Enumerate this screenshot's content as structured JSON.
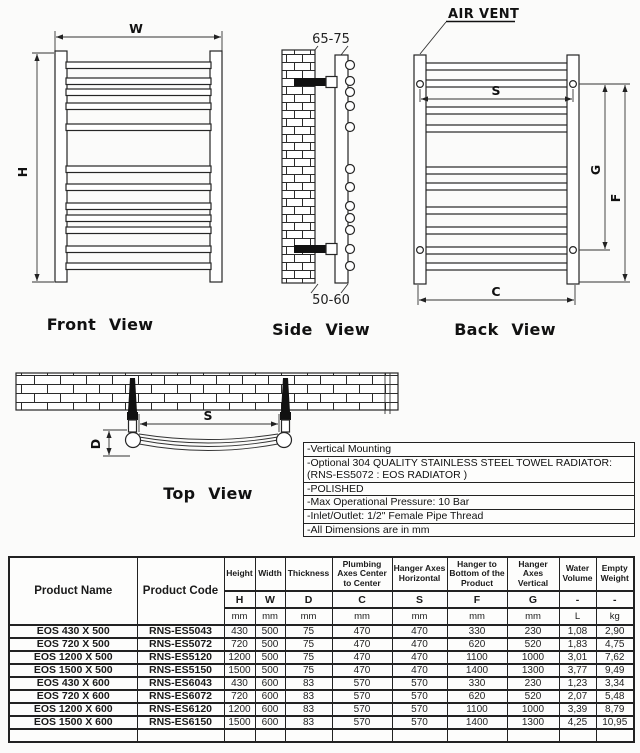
{
  "figures": {
    "front": {
      "label": "Front View",
      "dim_width": "W",
      "dim_height": "H"
    },
    "side": {
      "label": "Side View",
      "dim_top": "65-75",
      "dim_bottom": "50-60"
    },
    "back": {
      "label": "Back View",
      "air_vent_label": "AIR VENT",
      "dim_hanger_horizontal": "S",
      "dim_g": "G",
      "dim_f": "F",
      "dim_c": "C"
    },
    "top": {
      "label": "Top View",
      "dim_s": "S",
      "dim_d": "D"
    }
  },
  "spec_box": {
    "rows": [
      [
        "-Vertical Mounting"
      ],
      [
        "-Optional 304 QUALITY STAINLESS STEEL TOWEL RADIATOR:",
        "(RNS-ES5072 : EOS RADIATOR )"
      ],
      [
        "-POLISHED"
      ],
      [
        "-Max Operational Pressure: 10 Bar"
      ],
      [
        "-Inlet/Outlet: 1/2\" Female Pipe Thread"
      ],
      [
        "-All Dimensions are in mm"
      ]
    ]
  },
  "table": {
    "name_header": "Product Name",
    "code_header": "Product Code",
    "spec_columns": [
      {
        "label": "Height",
        "symbol": "H",
        "unit": "mm"
      },
      {
        "label": "Width",
        "symbol": "W",
        "unit": "mm"
      },
      {
        "label": "Thickness",
        "symbol": "D",
        "unit": "mm"
      },
      {
        "label": "Plumbing Axes Center to Center",
        "symbol": "C",
        "unit": "mm"
      },
      {
        "label": "Hanger Axes Horizontal",
        "symbol": "S",
        "unit": "mm"
      },
      {
        "label": "Hanger to Bottom of the Product",
        "symbol": "F",
        "unit": "mm"
      },
      {
        "label": "Hanger Axes Vertical",
        "symbol": "G",
        "unit": "mm"
      },
      {
        "label": "Water Volume",
        "symbol": "-",
        "unit": "L"
      },
      {
        "label": "Empty Weight",
        "symbol": "-",
        "unit": "kg"
      }
    ],
    "rows": [
      {
        "name": "EOS 430 X 500",
        "code": "RNS-ES5043",
        "values": [
          "430",
          "500",
          "75",
          "470",
          "470",
          "330",
          "230",
          "1,08",
          "2,90"
        ]
      },
      {
        "name": "EOS 720 X 500",
        "code": "RNS-ES5072",
        "values": [
          "720",
          "500",
          "75",
          "470",
          "470",
          "620",
          "520",
          "1,83",
          "4,75"
        ]
      },
      {
        "name": "EOS 1200 X 500",
        "code": "RNS-ES5120",
        "values": [
          "1200",
          "500",
          "75",
          "470",
          "470",
          "1100",
          "1000",
          "3,01",
          "7,62"
        ]
      },
      {
        "name": "EOS 1500 X 500",
        "code": "RNS-ES5150",
        "values": [
          "1500",
          "500",
          "75",
          "470",
          "470",
          "1400",
          "1300",
          "3,77",
          "9,49"
        ]
      },
      {
        "name": "EOS 430 X 600",
        "code": "RNS-ES6043",
        "values": [
          "430",
          "600",
          "83",
          "570",
          "570",
          "330",
          "230",
          "1,23",
          "3,34"
        ]
      },
      {
        "name": "EOS 720 X 600",
        "code": "RNS-ES6072",
        "values": [
          "720",
          "600",
          "83",
          "570",
          "570",
          "620",
          "520",
          "2,07",
          "5,48"
        ]
      },
      {
        "name": "EOS 1200 X 600",
        "code": "RNS-ES6120",
        "values": [
          "1200",
          "600",
          "83",
          "570",
          "570",
          "1100",
          "1000",
          "3,39",
          "8,79"
        ]
      },
      {
        "name": "EOS 1500 X 600",
        "code": "RNS-ES6150",
        "values": [
          "1500",
          "600",
          "83",
          "570",
          "570",
          "1400",
          "1300",
          "4,25",
          "10,95"
        ]
      },
      {
        "name": "",
        "code": "",
        "values": [
          "",
          "",
          "",
          "",
          "",
          "",
          "",
          "",
          ""
        ]
      }
    ]
  }
}
